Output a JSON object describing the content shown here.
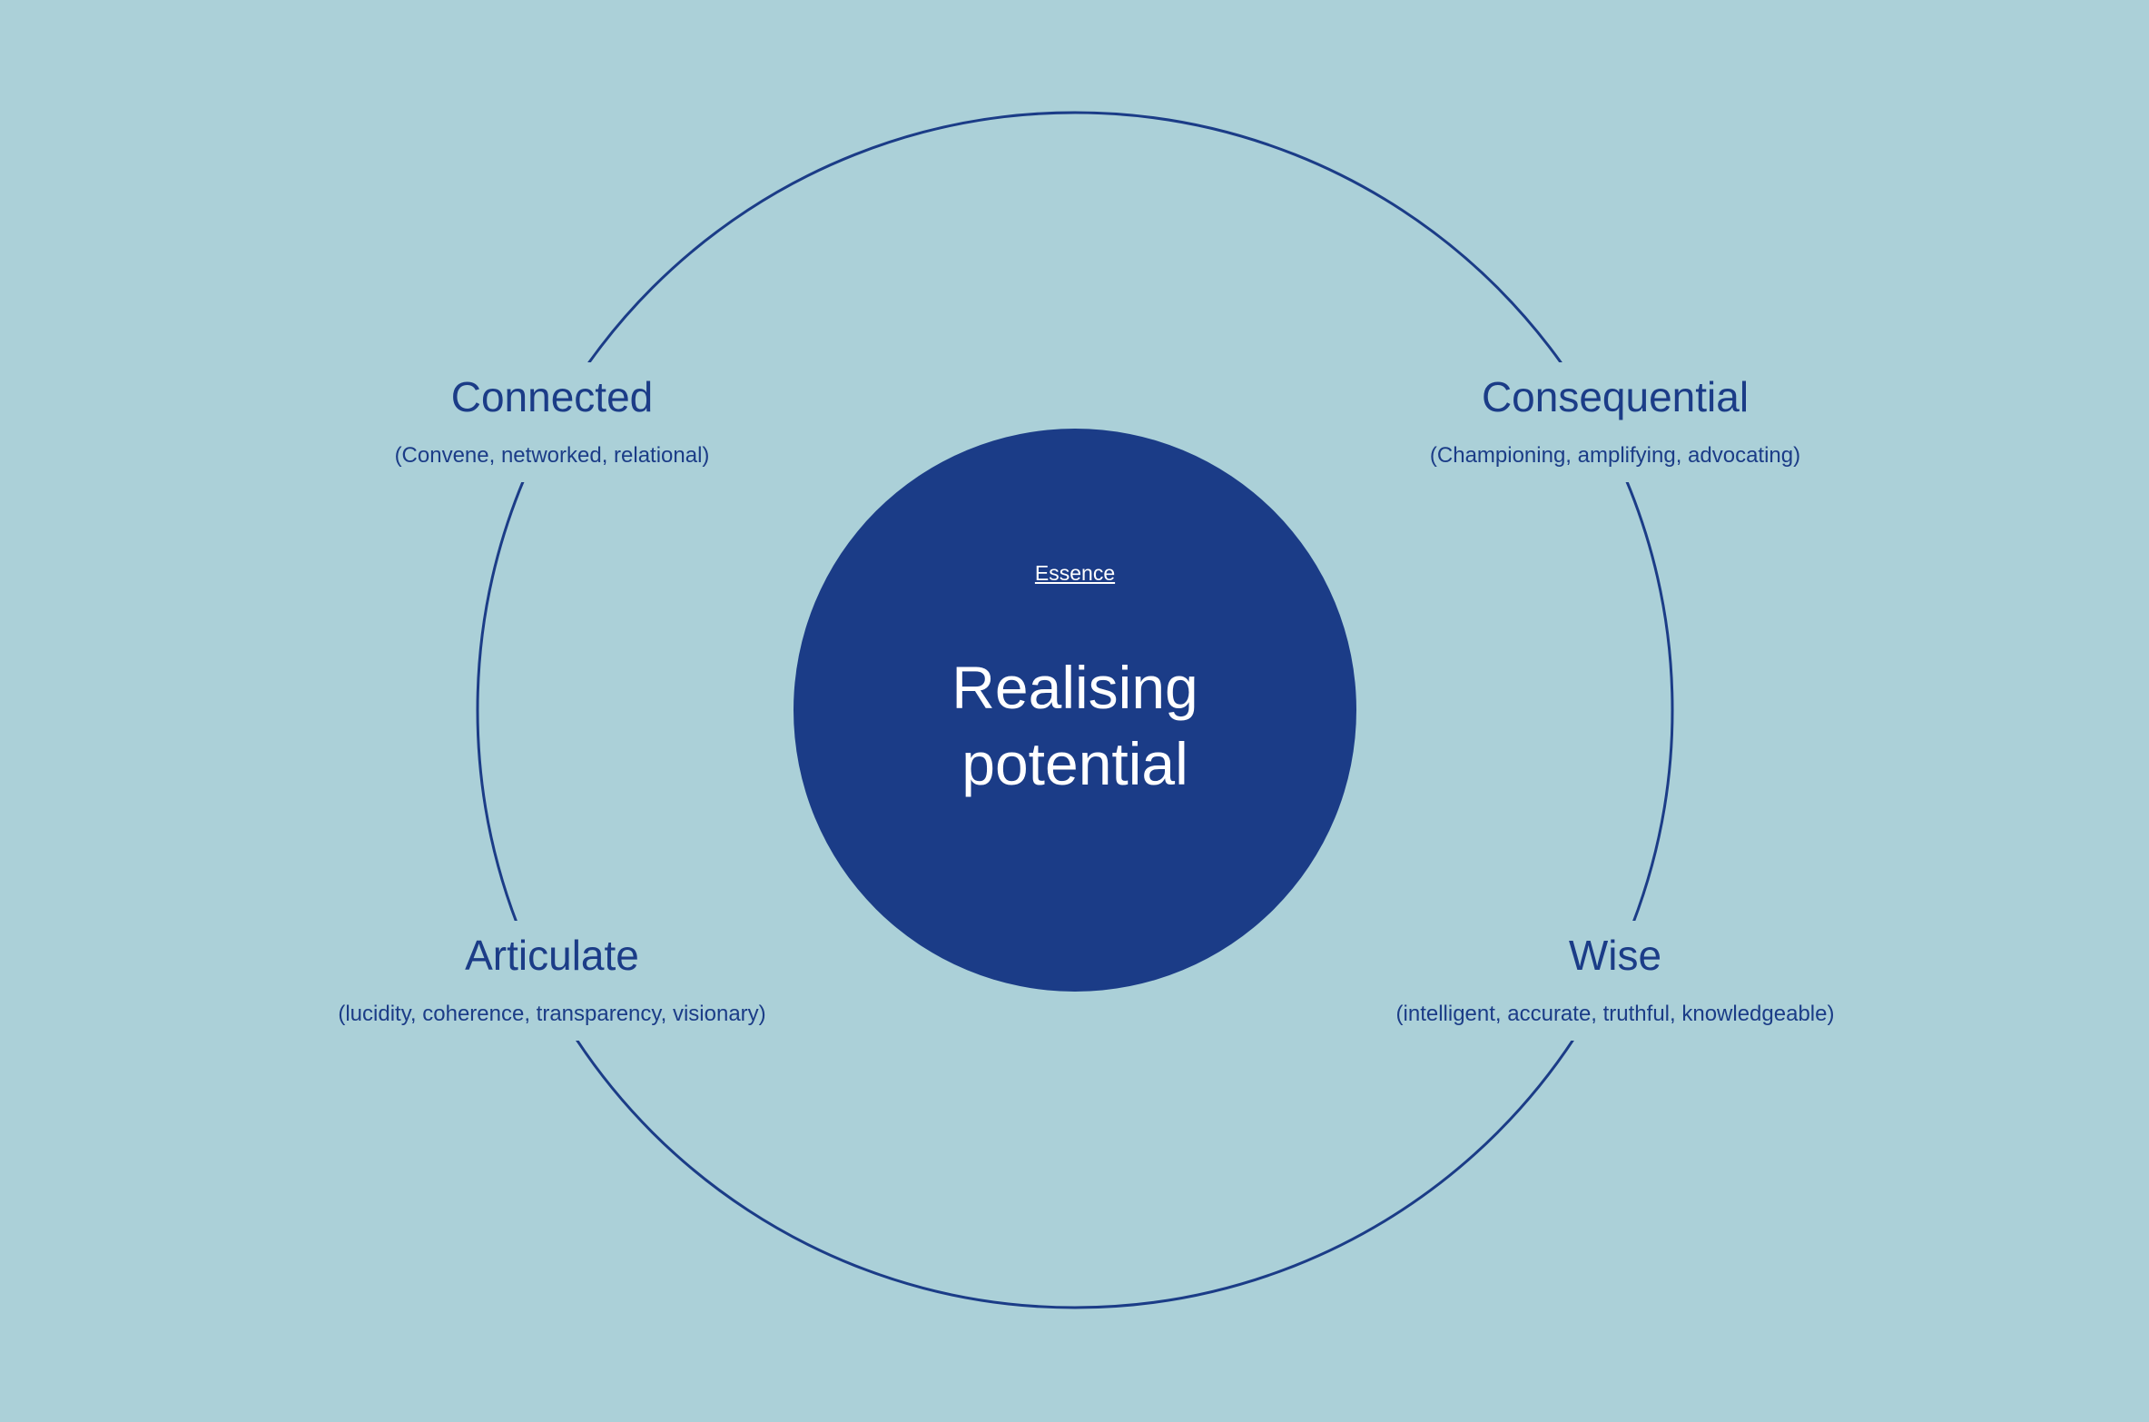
{
  "colors": {
    "background": "#abd0d8",
    "primary": "#1b3c87",
    "text_on_primary": "#ffffff"
  },
  "core": {
    "eyebrow": "Essence",
    "headline_line1": "Realising",
    "headline_line2": "potential"
  },
  "nodes": [
    {
      "title": "Connected",
      "subtitle": "(Convene, networked, relational)"
    },
    {
      "title": "Consequential",
      "subtitle": "(Championing, amplifying, advocating)"
    },
    {
      "title": "Articulate",
      "subtitle": "(lucidity, coherence, transparency, visionary)"
    },
    {
      "title": "Wise",
      "subtitle": "(intelligent, accurate, truthful, knowledgeable)"
    }
  ]
}
